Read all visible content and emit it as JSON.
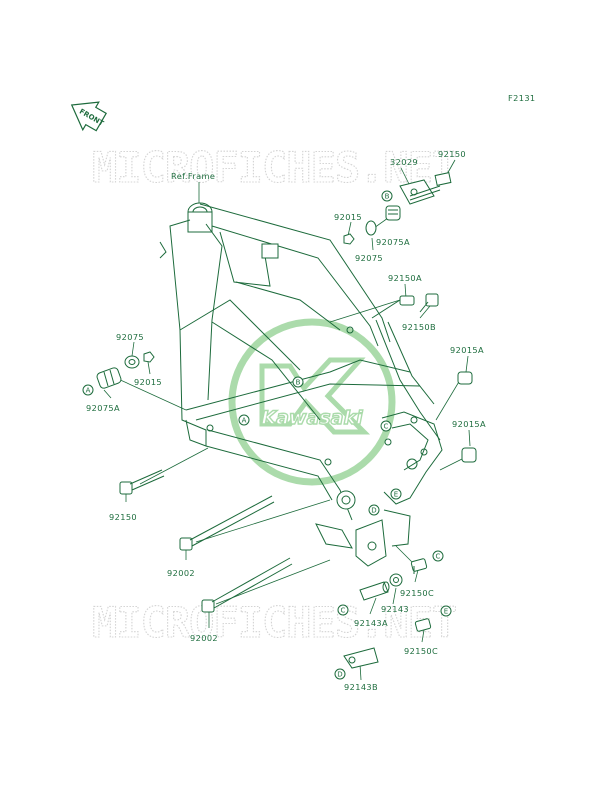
{
  "figure_code": "F2131",
  "front_label": "FRONT",
  "watermark": "MICROFICHES.NET",
  "logo_text": "Kawasaki",
  "ref_label": "Ref.Frame",
  "part_labels": {
    "p32029": "32029",
    "p92150_top": "92150",
    "p92015_top": "92015",
    "p92075A_top": "92075A",
    "p92075_top": "92075",
    "p92150A": "92150A",
    "p92150B": "92150B",
    "p92075_left": "92075",
    "p92015_left": "92015",
    "p92075A_left": "92075A",
    "p92015A_1": "92015A",
    "p92015A_2": "92015A",
    "p92150_left": "92150",
    "p92002_1": "92002",
    "p92002_2": "92002",
    "p92150C_1": "92150C",
    "p92143": "92143",
    "p92143A": "92143A",
    "p92150C_2": "92150C",
    "p92143B": "92143B"
  },
  "reference_marks": {
    "A": "A",
    "B": "B",
    "C": "C",
    "D": "D",
    "E": "E"
  },
  "colors": {
    "line": "#1d6b3c",
    "text": "#1f6e3f",
    "watermark": "#d4d4d4",
    "logo": "#8fcf8f"
  }
}
